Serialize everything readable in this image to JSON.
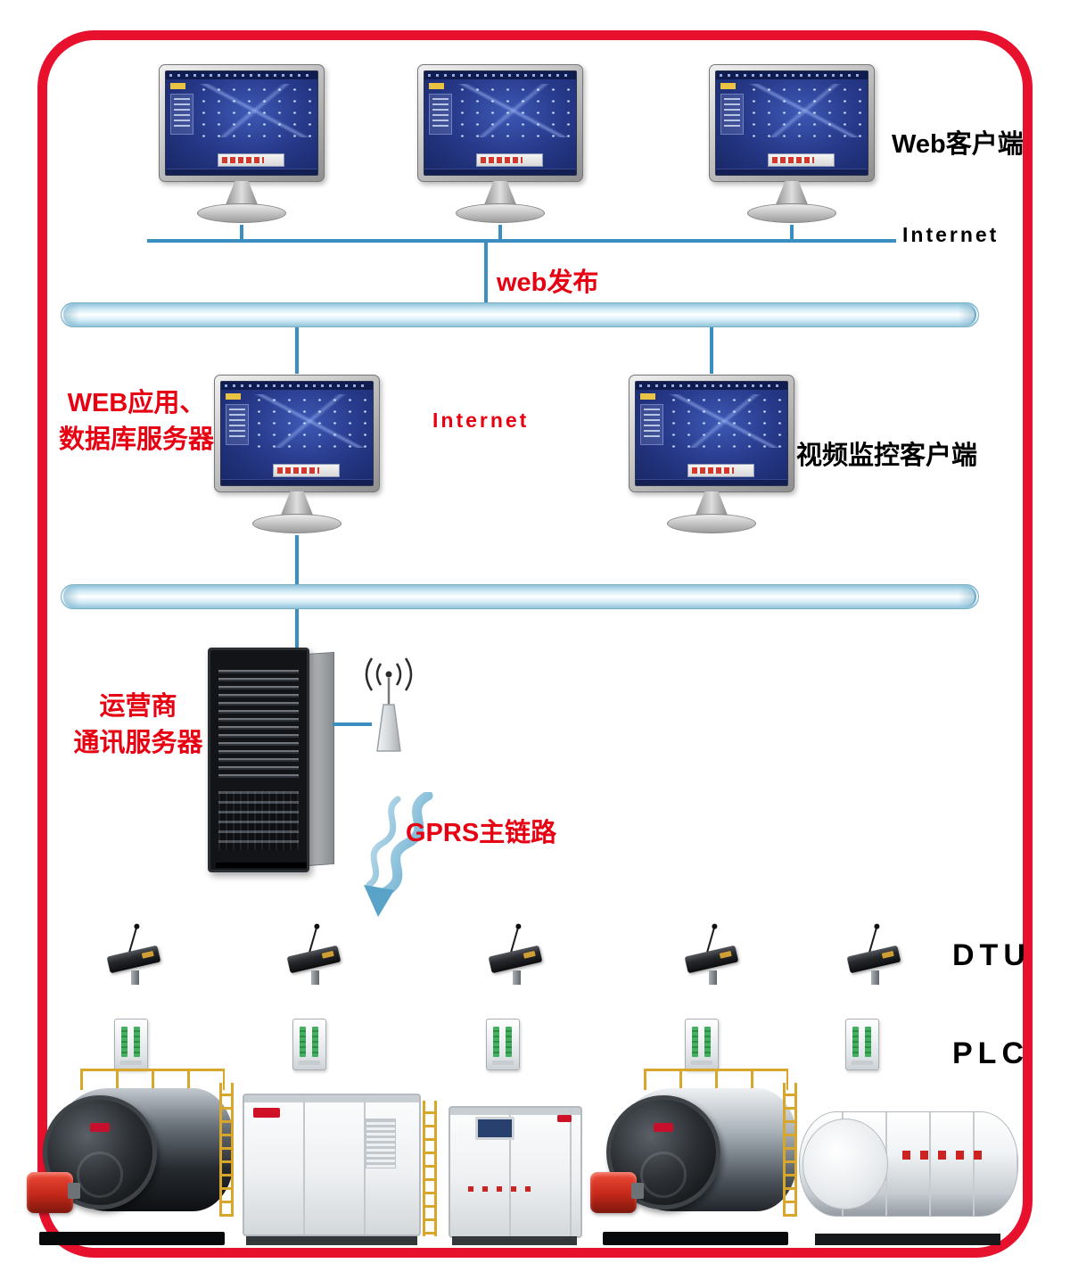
{
  "labels": {
    "web_client": "Web客户端",
    "internet_top": "Internet",
    "web_publish": "web发布",
    "web_app_server": [
      "WEB应用、",
      "数据库服务器"
    ],
    "internet_mid": "Internet",
    "video_client": "视频监控客户端",
    "operator_server": [
      "运营商",
      "通讯服务器"
    ],
    "gprs_link": "GPRS主链路",
    "dtu": "DTU",
    "plc": "PLC"
  },
  "icons": {
    "monitor": "scada-monitor-icon",
    "server_rack": "server-rack-icon",
    "antenna": "wireless-antenna-icon",
    "wave_arrow": "gprs-wave-arrow-icon",
    "dtu_device": "dtu-modem-icon",
    "plc_device": "plc-module-icon",
    "boilers": [
      "oil-gas-boiler",
      "condensing-boiler-cabinet",
      "electric-boiler-cabinet",
      "oil-gas-boiler",
      "horizontal-tank-boiler"
    ]
  },
  "colors": {
    "frame_red": "#e8112d",
    "label_red": "#e60012",
    "label_black": "#000000",
    "connector_blue": "#3a8fc0",
    "pipe_blue": "#cfe9f5",
    "screen_blue": "#27398a"
  }
}
